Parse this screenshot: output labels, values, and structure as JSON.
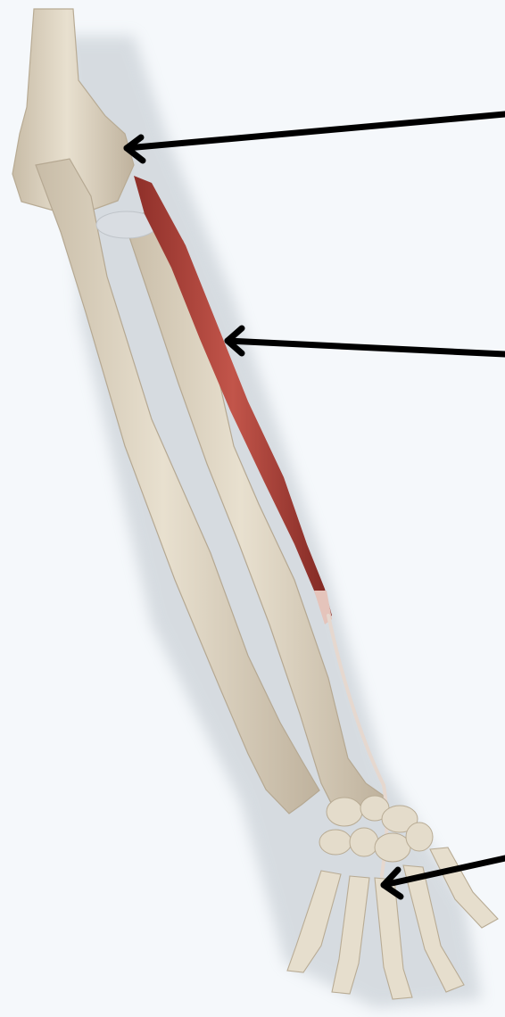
{
  "image": {
    "background_color": "#f5f8fb",
    "bone_color": "#dfd6c3",
    "bone_shadow": "#bdb09b",
    "muscle_color": "#b8483e",
    "tendon_color": "#e6d8cf",
    "arrow_color": "#000000"
  },
  "annotations": {
    "arrows": [
      {
        "name": "arrow-origin"
      },
      {
        "name": "arrow-muscle-belly"
      },
      {
        "name": "arrow-insertion"
      }
    ]
  }
}
